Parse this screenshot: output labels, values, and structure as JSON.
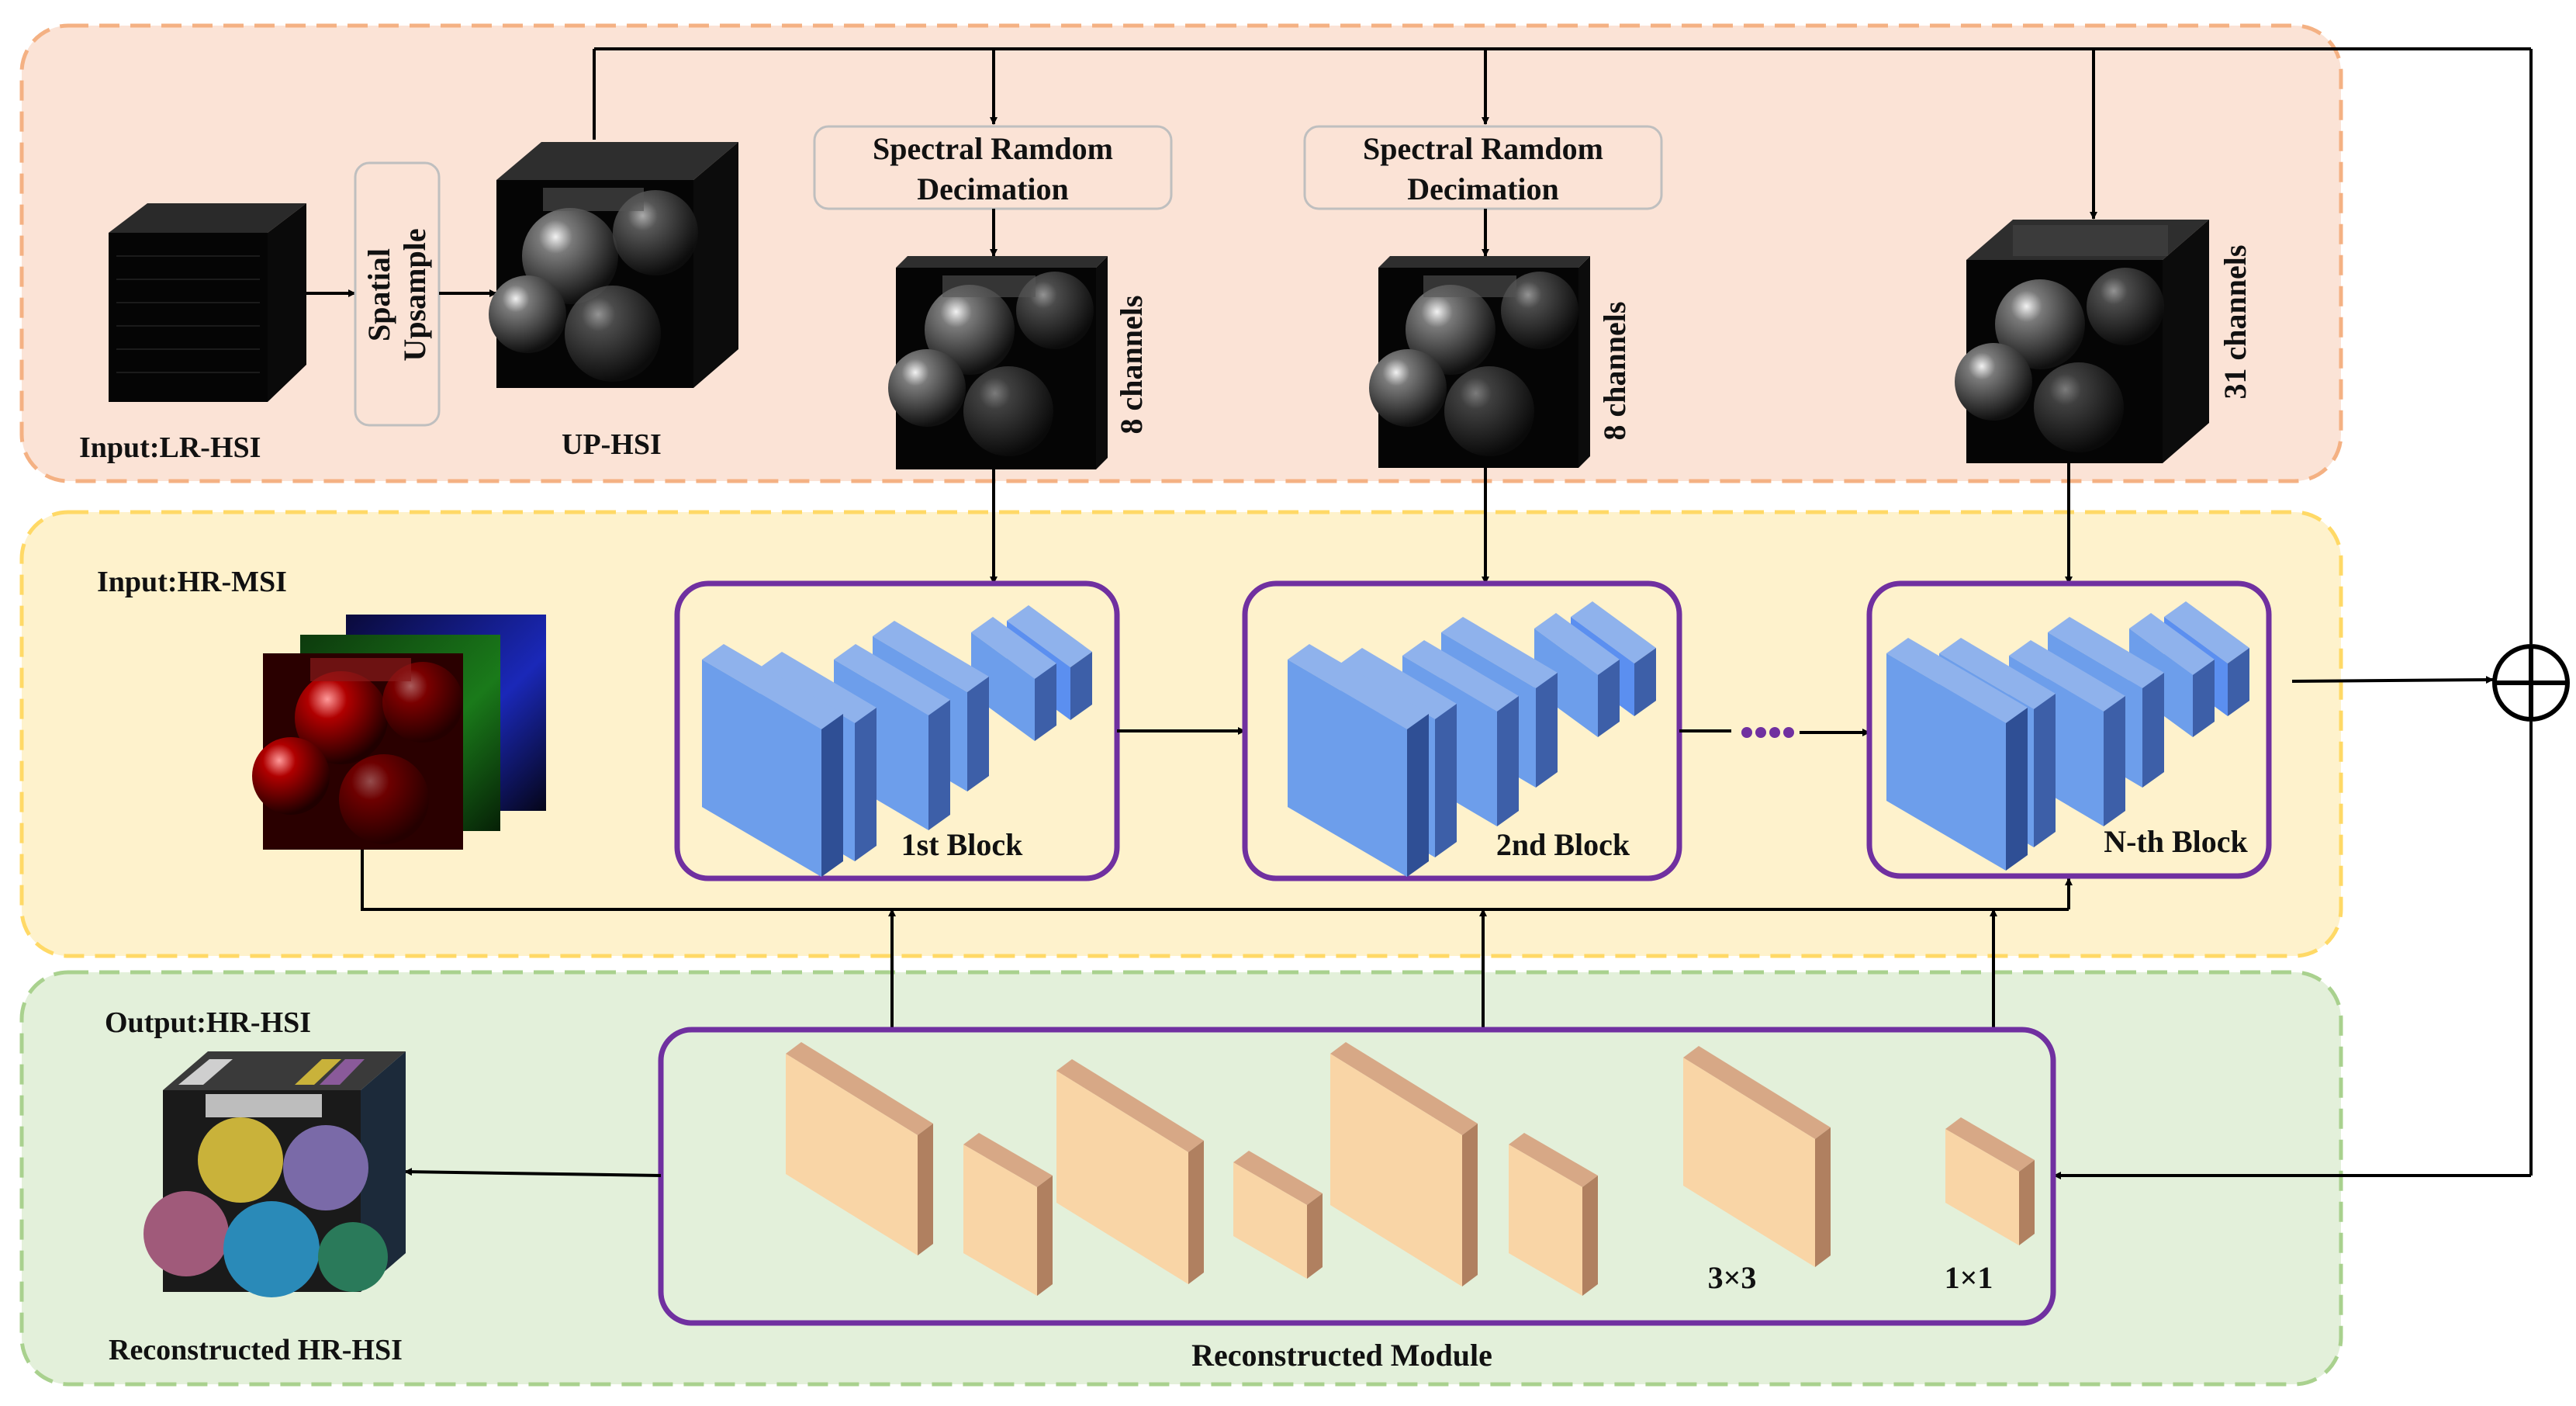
{
  "stage1": {
    "input_label": "Input:LR-HSI",
    "upsample_label_1": "Spatial",
    "upsample_label_2": "Upsample",
    "uphsi_label": "UP-HSI",
    "decimation_1_line1": "Spectral Ramdom",
    "decimation_1_line2": "Decimation",
    "decimation_2_line1": "Spectral Ramdom",
    "decimation_2_line2": "Decimation",
    "channels_1": "8 channels",
    "channels_2": "8 channels",
    "channels_3": "31 channels"
  },
  "stage2": {
    "msi_label": "Input:HR-MSI",
    "block_1": "1st Block",
    "block_2": "2nd Block",
    "block_n": "N-th Block"
  },
  "stage3": {
    "output_label": "Output:HR-HSI",
    "reconstructed_label": "Reconstructed HR-HSI",
    "module_label": "Reconstructed Module",
    "kernel_3": "3×3",
    "kernel_1": "1×1"
  },
  "colors": {
    "panel_orange": "#fbe3d6",
    "panel_yellow": "#fef2cc",
    "panel_green": "#e3f0da",
    "block_purple": "#7030a0",
    "conv_blue": "#6d9eeb",
    "conv_tan": "#f9d5a6"
  },
  "icons": {
    "sum": "circle-plus-icon",
    "ellipsis": "dots-icon"
  }
}
